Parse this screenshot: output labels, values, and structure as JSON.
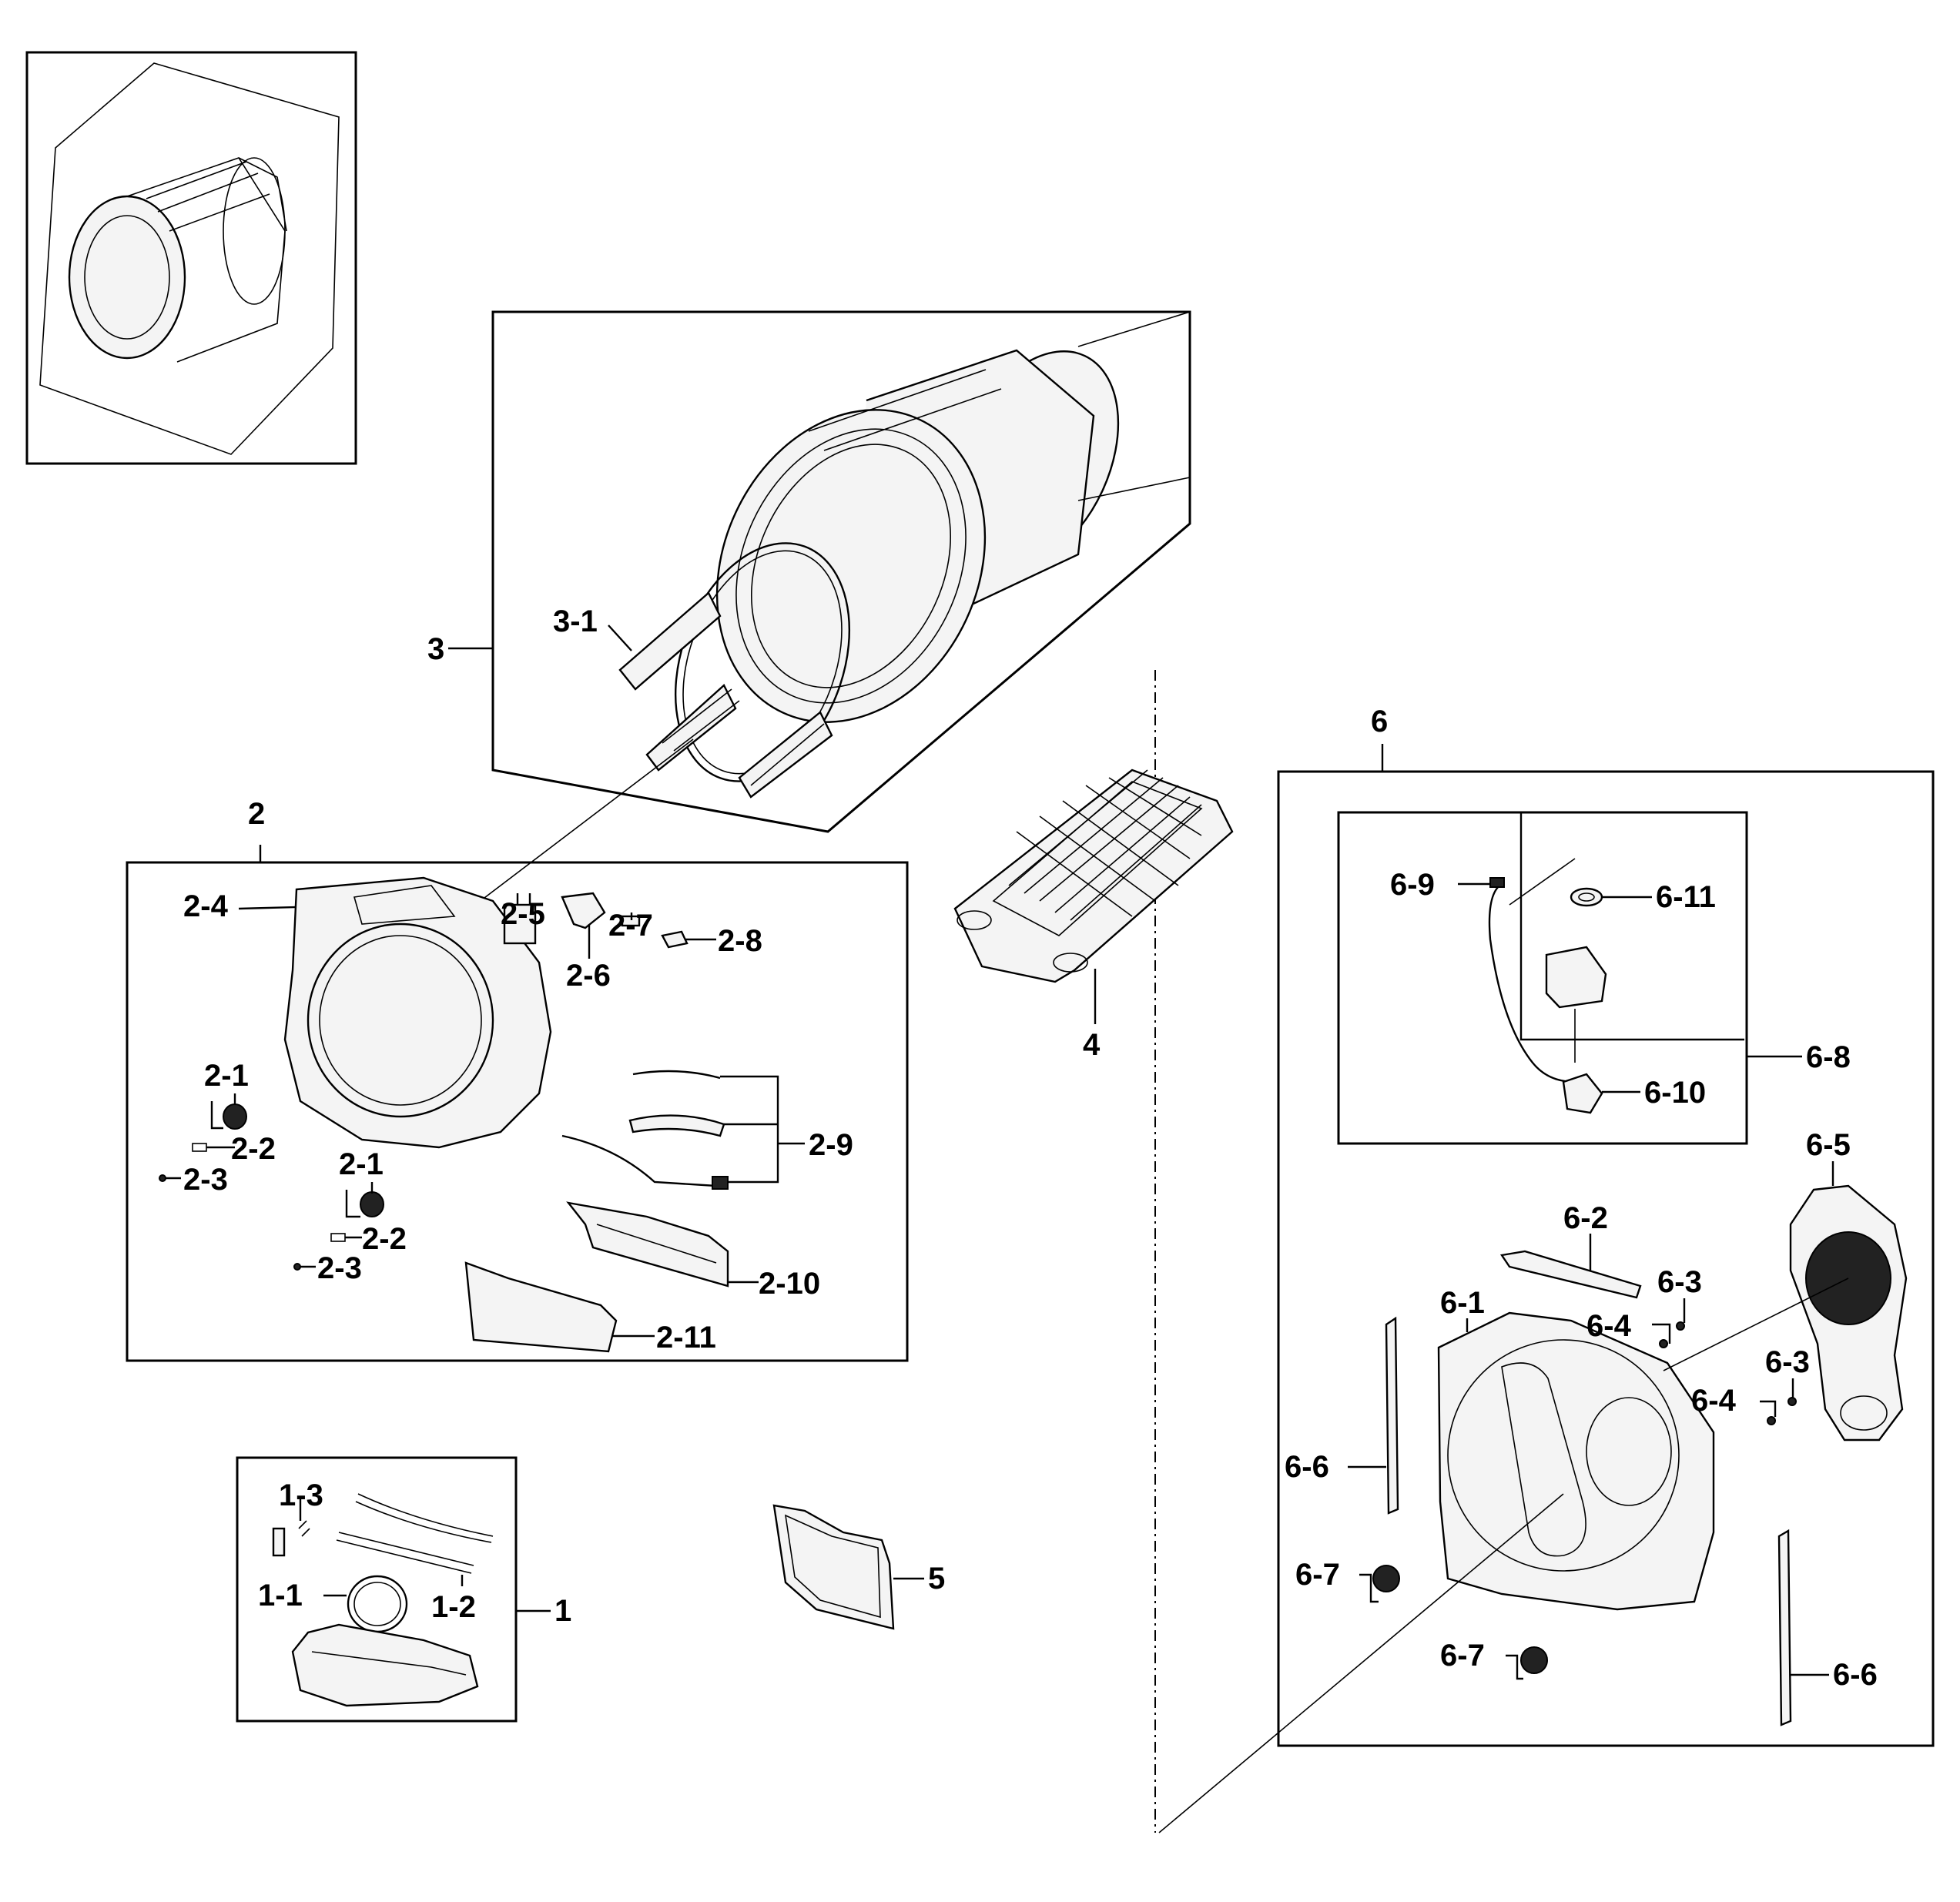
{
  "labels": {
    "g1": "1",
    "g1_1": "1-1",
    "g1_2": "1-2",
    "g1_3": "1-3",
    "g2": "2",
    "g2_1a": "2-1",
    "g2_1b": "2-1",
    "g2_2a": "2-2",
    "g2_2b": "2-2",
    "g2_3a": "2-3",
    "g2_3b": "2-3",
    "g2_4": "2-4",
    "g2_5": "2-5",
    "g2_6": "2-6",
    "g2_7": "2-7",
    "g2_8": "2-8",
    "g2_9": "2-9",
    "g2_10": "2-10",
    "g2_11": "2-11",
    "g3": "3",
    "g3_1": "3-1",
    "g4": "4",
    "g5": "5",
    "g6": "6",
    "g6_1": "6-1",
    "g6_2": "6-2",
    "g6_3a": "6-3",
    "g6_3b": "6-3",
    "g6_4a": "6-4",
    "g6_4b": "6-4",
    "g6_5": "6-5",
    "g6_6a": "6-6",
    "g6_6b": "6-6",
    "g6_7a": "6-7",
    "g6_7b": "6-7",
    "g6_8": "6-8",
    "g6_9": "6-9",
    "g6_10": "6-10",
    "g6_11": "6-11"
  }
}
